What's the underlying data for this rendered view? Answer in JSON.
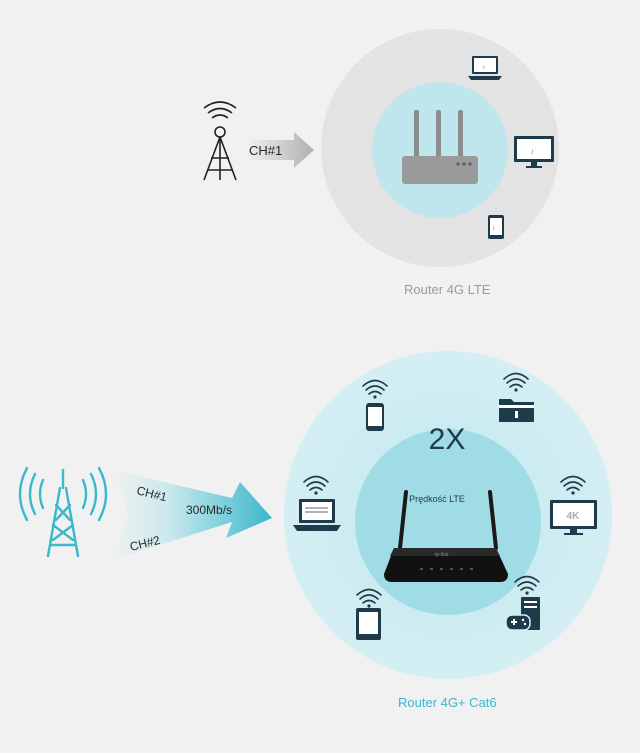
{
  "colors": {
    "background": "#f1f1f1",
    "grey_circle": "#e3e3e3",
    "teal_light": "#cfeef2",
    "teal_mid": "#9fdce5",
    "accent_teal": "#3bb8cb",
    "dark_navy": "#1f3a4a",
    "grey_device": "#9a9a9a"
  },
  "top_scene": {
    "channel_label": "CH#1",
    "caption": "Router 4G LTE",
    "icons": [
      "antenna-tower-icon",
      "arrow-icon",
      "router-icon",
      "laptop-icon",
      "monitor-icon",
      "tablet-icon"
    ]
  },
  "bottom_scene": {
    "channel1_label": "CH#1",
    "channel2_label": "CH#2",
    "speed_label": "300Mb/s",
    "multiplier": "2X",
    "speed_caption": "Prędkość LTE",
    "monitor_label": "4K",
    "caption": "Router 4G+ Cat6",
    "icons": [
      "antenna-tower-icon",
      "arrow-icon",
      "router-icon",
      "smartphone-icon",
      "nas-storage-icon",
      "laptop-icon",
      "monitor-4k-icon",
      "tablet-icon",
      "gaming-pc-icon",
      "wifi-icon"
    ]
  }
}
